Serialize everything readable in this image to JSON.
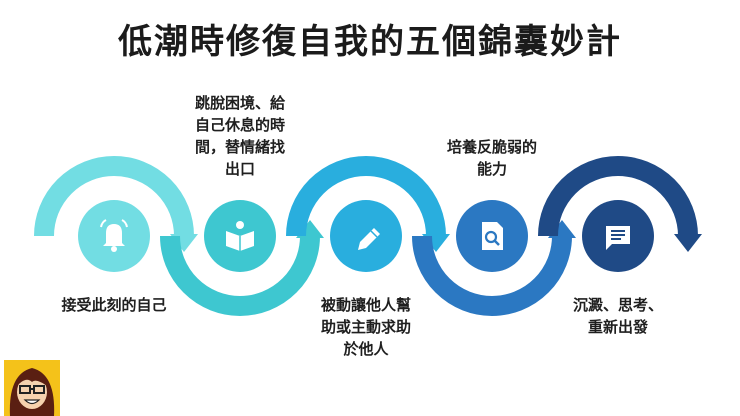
{
  "title": "低潮時修復自我的五個錦囊妙計",
  "colors": [
    "#72dde3",
    "#3ec7d0",
    "#29aede",
    "#2b78c2",
    "#1f4a86"
  ],
  "steps": [
    {
      "label": "接受此刻的自己",
      "icon": "bell-icon",
      "color": "#72dde3"
    },
    {
      "label": "跳脫困境、給\n自己休息的時\n間，替情緒找\n出口",
      "icon": "open-book-icon",
      "color": "#3ec7d0"
    },
    {
      "label": "被動讓他人幫\n助或主動求助\n於他人",
      "icon": "pencil-icon",
      "color": "#29aede"
    },
    {
      "label": "培養反脆弱的\n能力",
      "icon": "document-search-icon",
      "color": "#2b78c2"
    },
    {
      "label": "沉澱、思考、\n重新出發",
      "icon": "message-icon",
      "color": "#1f4a86"
    }
  ]
}
